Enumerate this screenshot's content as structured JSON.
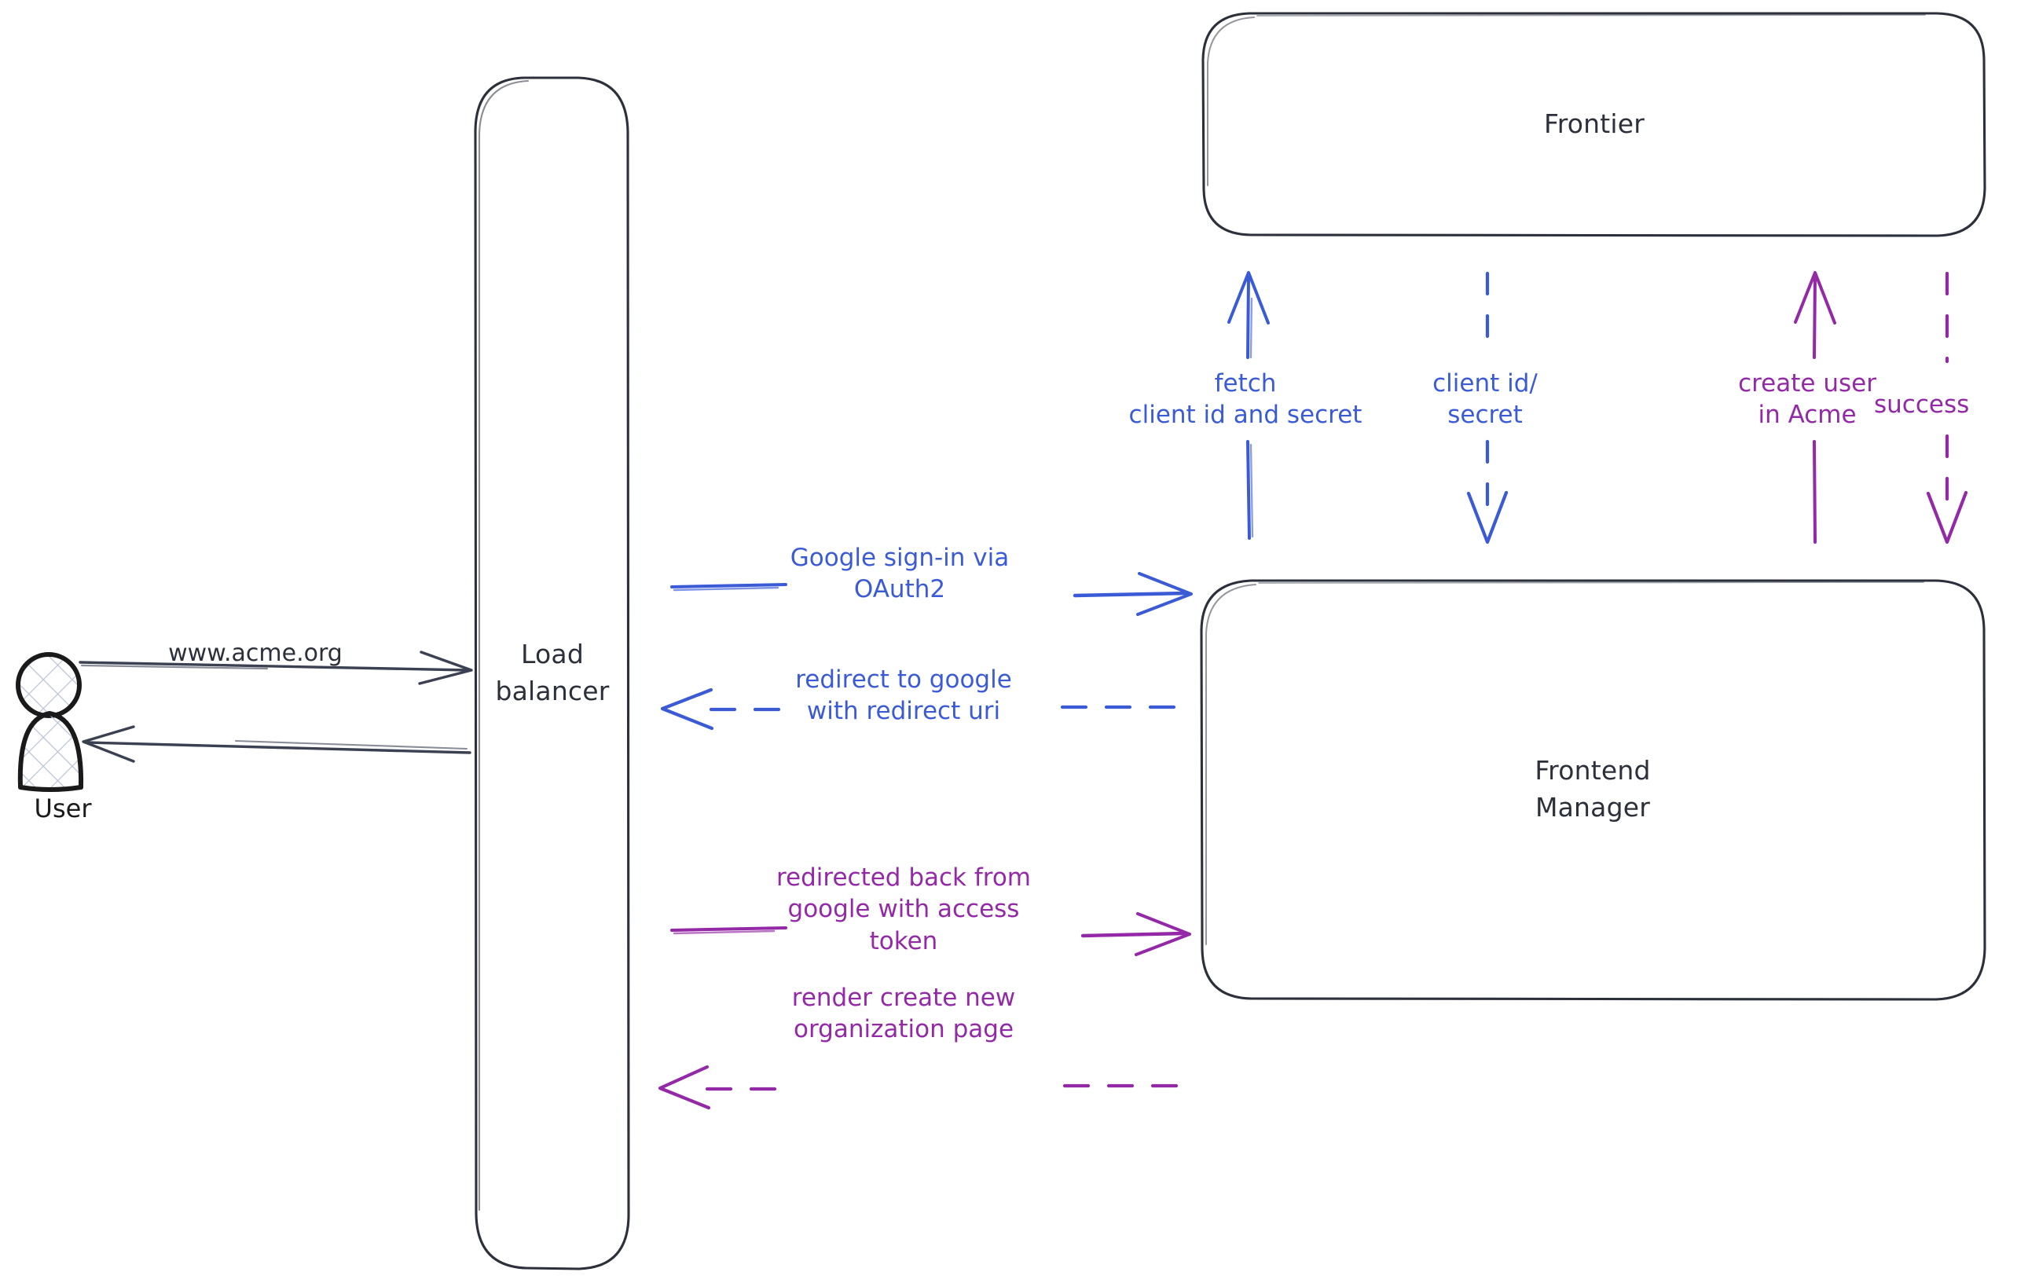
{
  "diagram": {
    "title": "OAuth2 Google sign-in sequence",
    "background": "#ffffff",
    "colors": {
      "stroke_dark": "#2b303b",
      "blue": "#3b5bd6",
      "purple": "#9429a8",
      "actor_fill": "#ffffff"
    }
  },
  "actors": {
    "user": {
      "label": "User",
      "icon": "person-icon"
    }
  },
  "nodes": {
    "load_balancer": {
      "label": "Load\nbalancer"
    },
    "frontier": {
      "label": "Frontier"
    },
    "frontend_manager": {
      "label": "Frontend\nManager"
    }
  },
  "edges": {
    "user_to_lb": {
      "label": "www.acme.org",
      "color": "#2b303b",
      "style": "solid",
      "direction": "right"
    },
    "lb_to_user": {
      "label": "",
      "color": "#2b303b",
      "style": "solid",
      "direction": "left"
    },
    "google_signin": {
      "label": "Google sign-in via\nOAuth2",
      "color": "#3b5bd6",
      "style": "solid",
      "direction": "right"
    },
    "redirect_to_google": {
      "label": "redirect to google\nwith redirect uri",
      "color": "#3b5bd6",
      "style": "dashed",
      "direction": "left"
    },
    "redirected_back": {
      "label": "redirected back from\ngoogle with access\ntoken",
      "color": "#9429a8",
      "style": "solid",
      "direction": "right"
    },
    "render_create_org": {
      "label": "render create new\norganization page",
      "color": "#9429a8",
      "style": "dashed",
      "direction": "left"
    },
    "fetch_client_secret": {
      "label": "fetch\nclient id and secret",
      "color": "#3b5bd6",
      "style": "solid",
      "direction": "up"
    },
    "client_id_secret": {
      "label": "client id/\nsecret",
      "color": "#3b5bd6",
      "style": "dashed",
      "direction": "down"
    },
    "create_user_acme": {
      "label": "create user\nin Acme",
      "color": "#9429a8",
      "style": "solid",
      "direction": "up"
    },
    "success": {
      "label": "success",
      "color": "#9429a8",
      "style": "dashed",
      "direction": "down"
    }
  }
}
